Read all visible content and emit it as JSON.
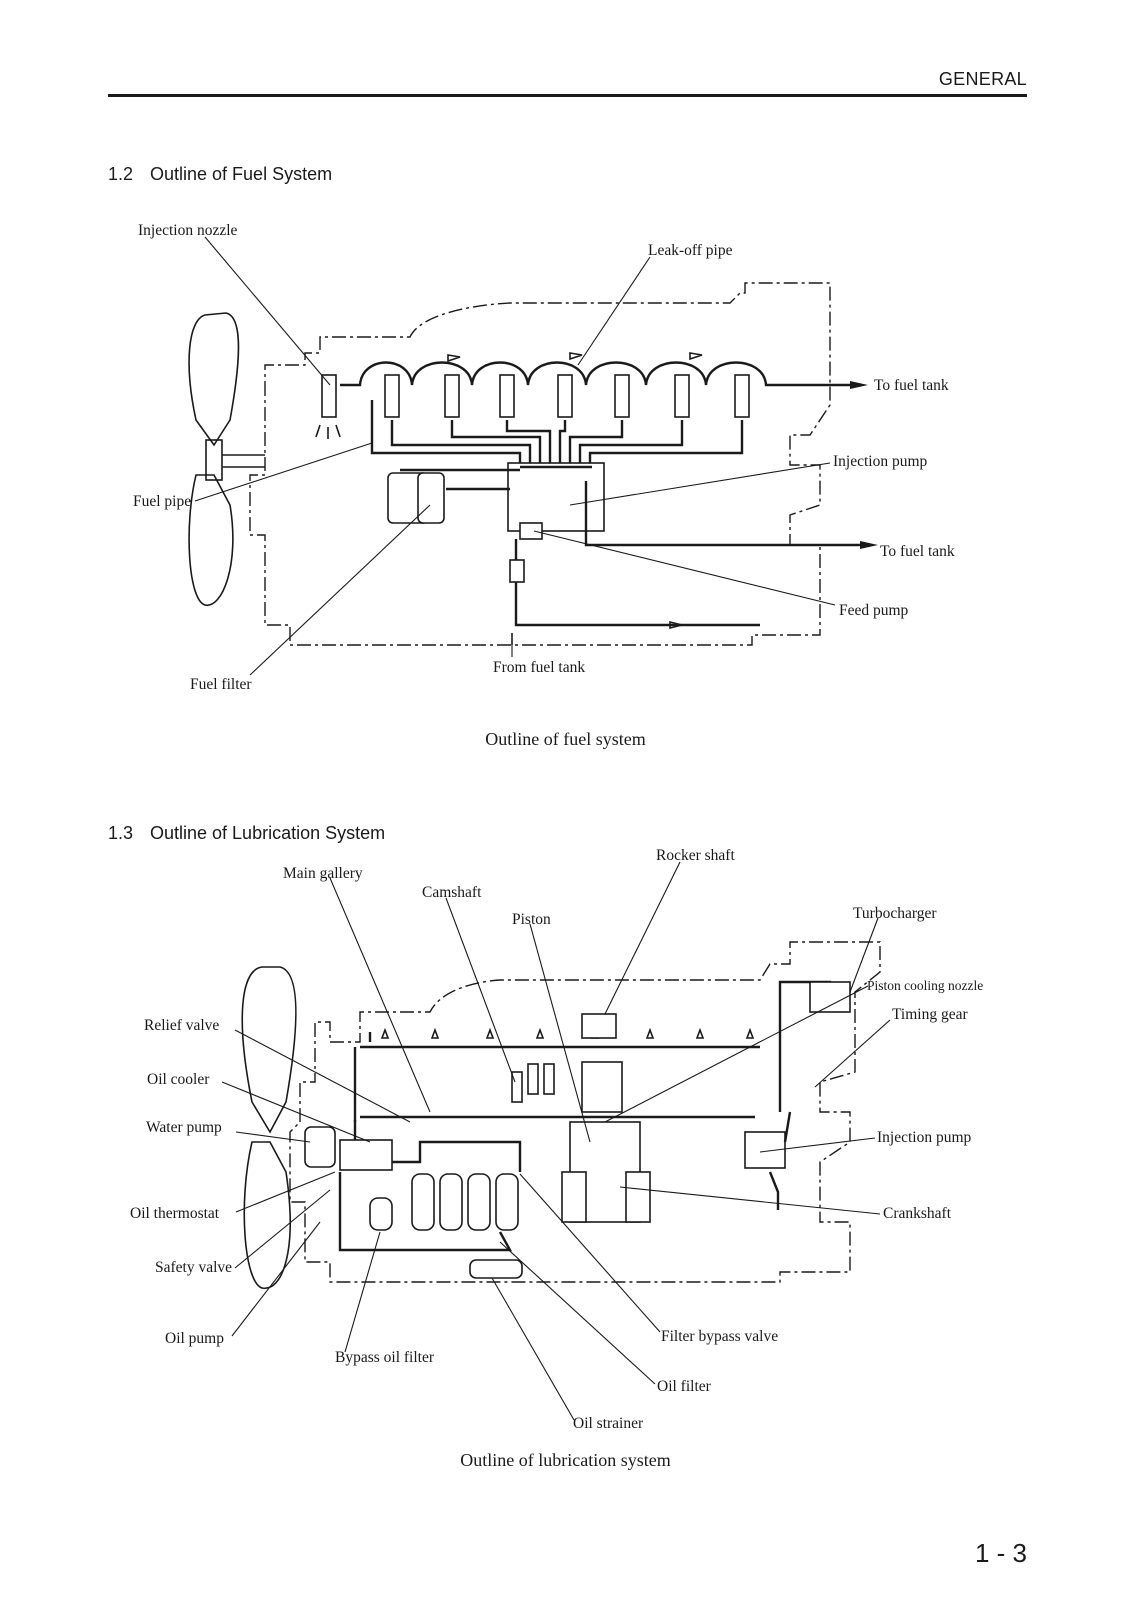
{
  "header": {
    "title": "GENERAL"
  },
  "sections": {
    "fuel": {
      "number": "1.2",
      "title": "Outline of Fuel System"
    },
    "lube": {
      "number": "1.3",
      "title": "Outline of Lubrication System"
    }
  },
  "fuel_diagram": {
    "labels": {
      "injection_nozzle": "Injection nozzle",
      "leak_off_pipe": "Leak-off pipe",
      "to_fuel_tank_1": "To fuel tank",
      "injection_pump": "Injection pump",
      "fuel_pipe": "Fuel pipe",
      "to_fuel_tank_2": "To fuel tank",
      "feed_pump": "Feed pump",
      "from_fuel_tank": "From fuel tank",
      "fuel_filter": "Fuel filter"
    },
    "caption": "Outline of fuel system"
  },
  "lube_diagram": {
    "labels": {
      "rocker_shaft": "Rocker shaft",
      "main_gallery": "Main gallery",
      "camshaft": "Camshaft",
      "piston": "Piston",
      "turbocharger": "Turbocharger",
      "piston_cooling_nozzle": "Piston cooling nozzle",
      "timing_gear": "Timing gear",
      "relief_valve": "Relief valve",
      "oil_cooler": "Oil cooler",
      "water_pump": "Water pump",
      "injection_pump": "Injection pump",
      "oil_thermostat": "Oil thermostat",
      "crankshaft": "Crankshaft",
      "safety_valve": "Safety valve",
      "oil_pump": "Oil pump",
      "filter_bypass_valve": "Filter bypass valve",
      "bypass_oil_filter": "Bypass oil filter",
      "oil_filter": "Oil filter",
      "oil_strainer": "Oil strainer"
    },
    "caption": "Outline of lubrication system"
  },
  "footer": {
    "page_number": "1 - 3"
  }
}
